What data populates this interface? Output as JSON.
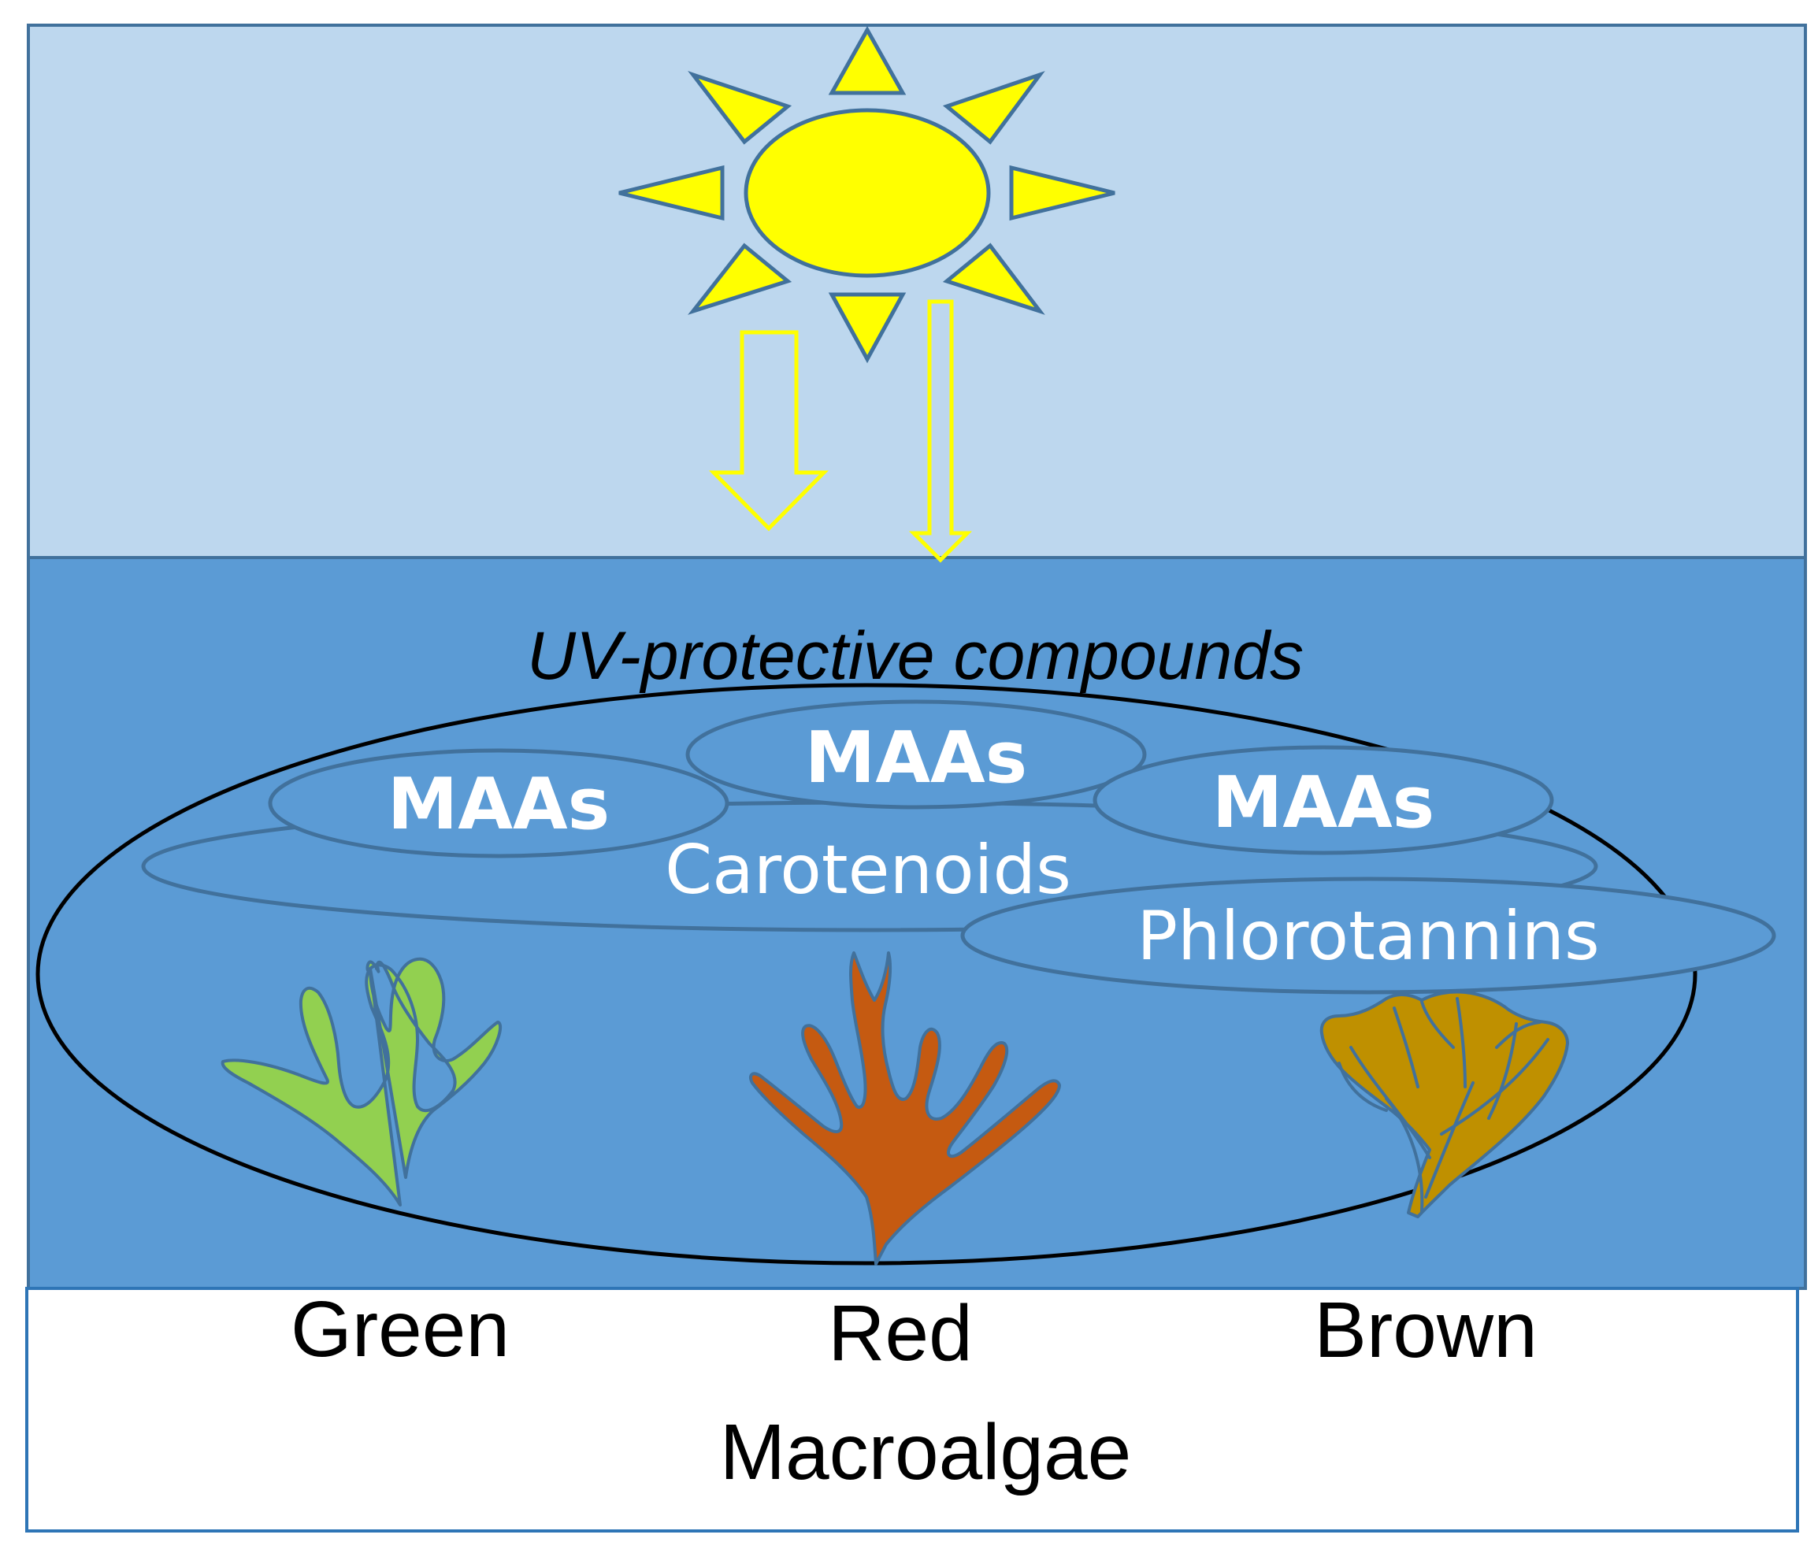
{
  "colors": {
    "sky": "#bdd7ee",
    "water": "#5b9bd5",
    "outline": "#41719c",
    "sun": "#ffff00",
    "sun_stroke": "#41719c",
    "arrow": "#ffff00",
    "green_alga": "#92d050",
    "red_alga": "#c55a11",
    "brown_alga": "#bf9000",
    "compound_text": "#ffffff",
    "caption_text": "#000000"
  },
  "diagram": {
    "heading": "UV-protective compounds",
    "compounds": {
      "maas_green": "MAAs",
      "maas_red": "MAAs",
      "maas_brown": "MAAs",
      "carotenoids": "Carotenoids",
      "phlorotannins": "Phlorotannins"
    },
    "algae_labels": {
      "green": "Green",
      "red": "Red",
      "brown": "Brown"
    },
    "group_label": "Macroalgae"
  }
}
